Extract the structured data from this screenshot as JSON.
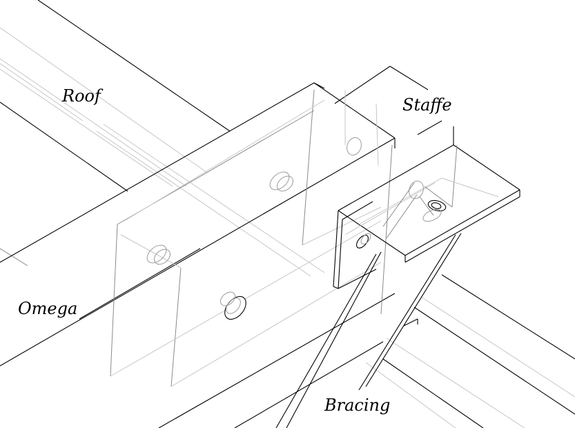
{
  "labels": {
    "roof": "Roof",
    "staffe": "Staffe",
    "omega": "Omega",
    "bracing": "Bracing"
  },
  "colors": {
    "background": "#ffffff",
    "line": "#000000",
    "hidden_line": "#8a8a8a",
    "faint_line": "#c6c6c6"
  }
}
